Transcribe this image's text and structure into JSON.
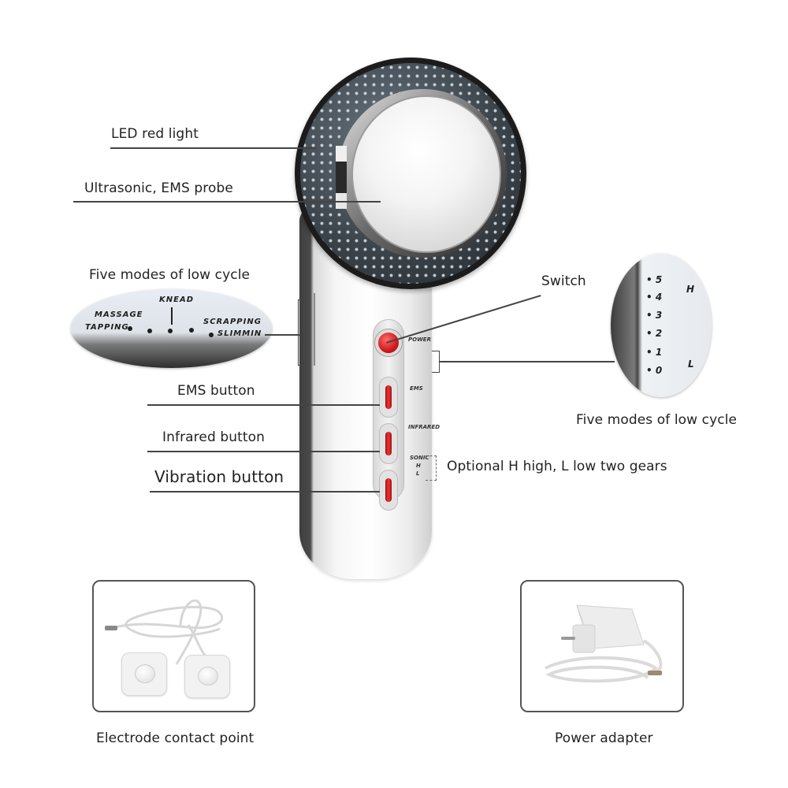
{
  "callouts": {
    "led_red_light": "LED red light",
    "probe": "Ultrasonic, EMS probe",
    "five_modes_left": "Five modes of low cycle",
    "switch": "Switch",
    "ems_button": "EMS button",
    "infrared_button": "Infrared button",
    "vibration_button": "Vibration button",
    "five_modes_right": "Five modes of low cycle",
    "gears": "Optional H high, L low two gears"
  },
  "modes_detail": {
    "labels": [
      "TAPPING",
      "MASSAGE",
      "KNEAD",
      "SCRAPPING",
      "SLIMMIN"
    ]
  },
  "levels_detail": {
    "levels": [
      "5",
      "4",
      "3",
      "2",
      "1",
      "0"
    ],
    "high_label": "H",
    "low_label": "L"
  },
  "device_labels": {
    "power": "POWER",
    "ems": "EMS",
    "infrared": "INFRARED",
    "sonic": "SONIC",
    "h": "H",
    "l": "L"
  },
  "accessories": [
    {
      "name": "Electrode contact point"
    },
    {
      "name": "Power adapter"
    }
  ],
  "colors": {
    "button_red": "#d11a1a",
    "ring_dark": "#3d454c",
    "text": "#222222",
    "line": "#444444"
  }
}
